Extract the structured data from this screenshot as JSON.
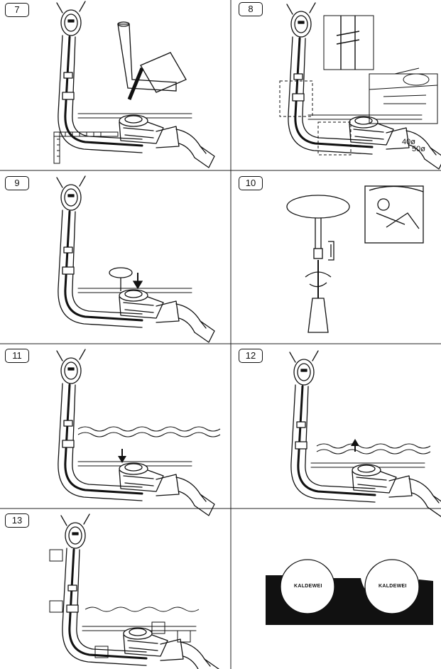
{
  "steps": [
    {
      "number": "7"
    },
    {
      "number": "8"
    },
    {
      "number": "9"
    },
    {
      "number": "10"
    },
    {
      "number": "11"
    },
    {
      "number": "12"
    },
    {
      "number": "13"
    }
  ],
  "step8": {
    "dim_40": "40ø",
    "dim_50": "50ø"
  },
  "final_panel": {
    "brand_left": "KALDEWEI",
    "brand_right": "KALDEWEI"
  }
}
